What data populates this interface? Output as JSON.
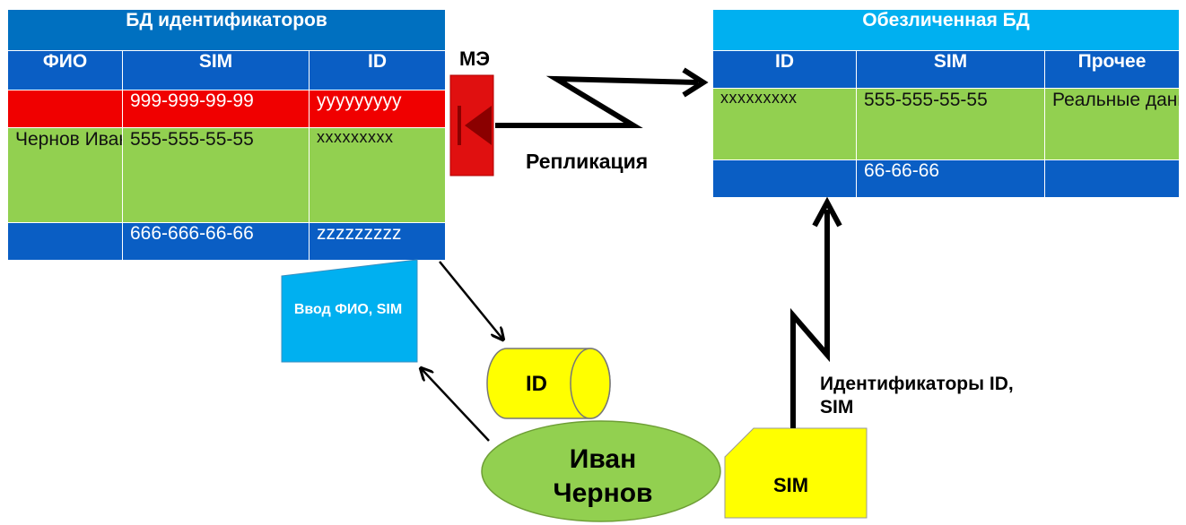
{
  "left_db": {
    "title": "БД идентификаторов",
    "headers": [
      "ФИО",
      "SIM",
      "ID"
    ],
    "rows": [
      [
        "",
        "999-999-99-99",
        "yyyyyyyyy"
      ],
      [
        "Чернов Иван Ильич",
        "555-555-55-55",
        "xxxxxxxxx"
      ],
      [
        "",
        "666-666-66-66",
        "zzzzzzzzz"
      ]
    ]
  },
  "right_db": {
    "title": "Обезличенная БД",
    "headers": [
      "ID",
      "SIM",
      "Прочее"
    ],
    "rows": [
      [
        "xxxxxxxxx",
        "555-555-55-55",
        "Реальные данные"
      ],
      [
        "",
        "66-66-66",
        ""
      ]
    ]
  },
  "firewall_label": "МЭ",
  "replication_label": "Репликация",
  "input_box_label": "Ввод ФИО, SIM",
  "id_store_label": "ID",
  "person_label": "Иван Чернов",
  "sim_card_label": "SIM",
  "identifiers_label": "Идентификаторы ID, SIM",
  "colors": {
    "title_blue": "#0070c0",
    "header_blue": "#0a5ec4",
    "right_title": "#00b0f0",
    "red_row": "#f00000",
    "green_row": "#92d050",
    "firewall": "#e01010",
    "input_box": "#00b0f0",
    "cylinder": "#ffff00",
    "person": "#92d050",
    "sim": "#ffff00"
  }
}
